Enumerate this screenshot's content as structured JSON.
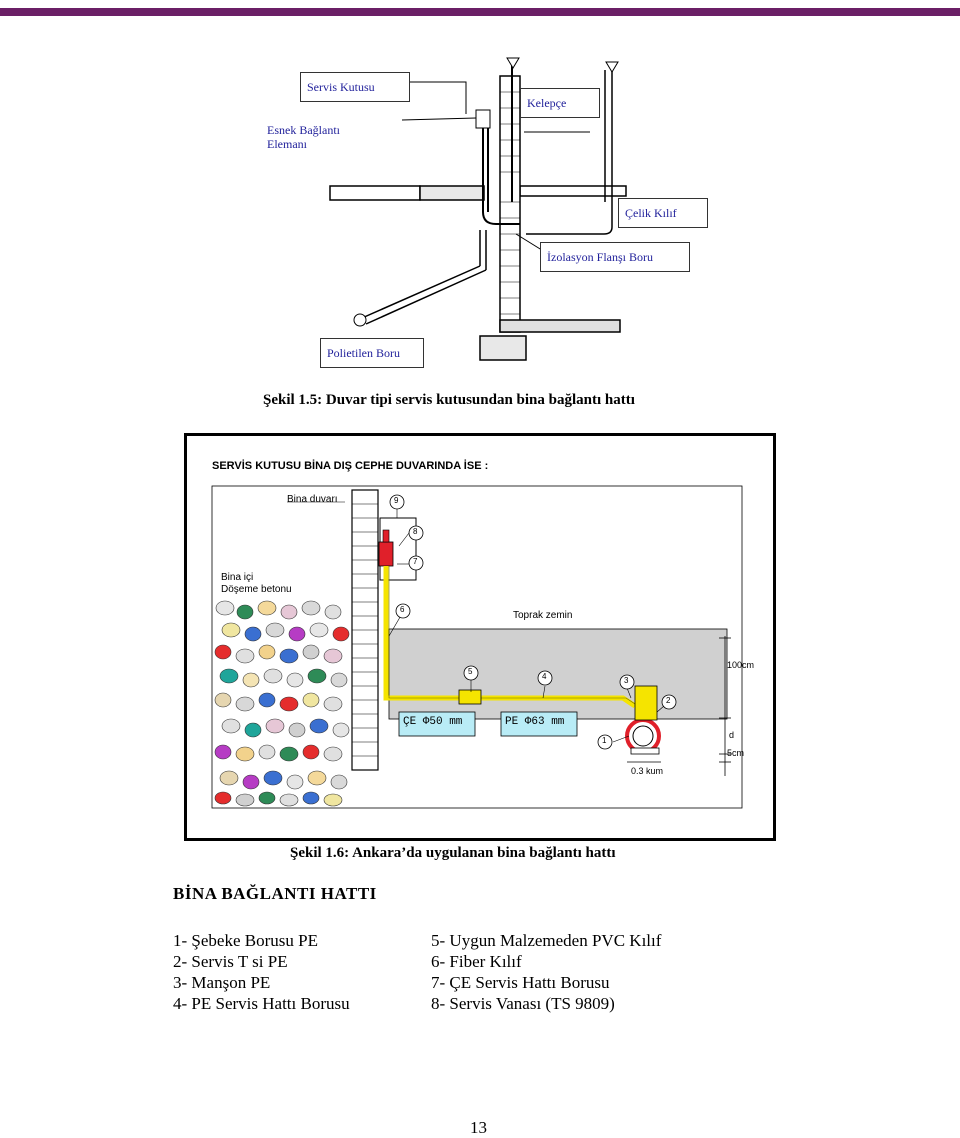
{
  "figure1": {
    "labels": {
      "servis_kutusu": "Servis Kutusu",
      "kelepce": "Kelepçe",
      "esnek_baglanti": "Esnek Bağlantı Elemanı",
      "celik_kilif": "Çelik Kılıf",
      "izolasyon": "İzolasyon Flanşı Boru",
      "polietilen": "Polietilen Boru"
    },
    "caption": "Şekil 1.5: Duvar tipi servis kutusundan bina bağlantı hattı"
  },
  "figure2": {
    "title": "SERVİS KUTUSU BİNA DIŞ CEPHE DUVARINDA İSE :",
    "bina_duvari": "Bina duvarı",
    "bina_ici": "Bina içi",
    "doseme": "Döşeme betonu",
    "toprak": "Toprak zemin",
    "ce_box": "ÇE Φ50 mm",
    "pe_box": "PE Φ63 mm",
    "dim_100": "100cm",
    "dim_d": "d",
    "dim_5": "5cm",
    "kum": "0.3 kum",
    "numbers": [
      "1",
      "2",
      "3",
      "4",
      "5",
      "6",
      "7",
      "8",
      "9"
    ],
    "caption": "Şekil 1.6: Ankara’da uygulanan bina bağlantı hattı",
    "colors": {
      "pipe_yellow": "#f5e400",
      "valve_red": "#e0202a",
      "box_cyan": "#b9ecf6",
      "soil_gray": "#d0d0d0"
    }
  },
  "section": {
    "heading": "BİNA BAĞLANTI HATTI",
    "left_items": [
      "1- Şebeke Borusu PE",
      "2- Servis T si PE",
      "3- Manşon PE",
      "4- PE Servis Hattı Borusu"
    ],
    "right_items": [
      "5- Uygun Malzemeden PVC Kılıf",
      "6- Fiber Kılıf",
      "7- ÇE Servis Hattı Borusu",
      "8- Servis Vanası (TS 9809)"
    ]
  },
  "page_number": "13"
}
